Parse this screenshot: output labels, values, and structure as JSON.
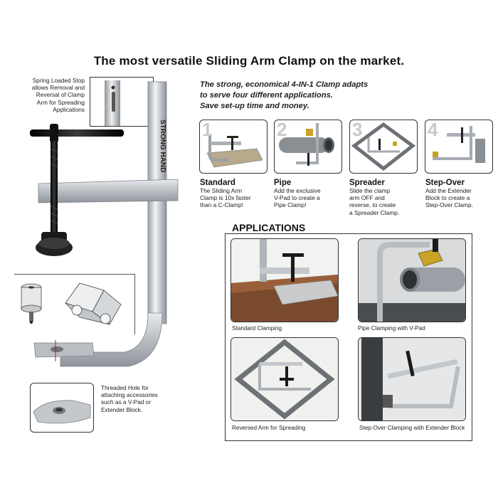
{
  "headline": "The most versatile Sliding Arm Clamp on the market.",
  "tagline": {
    "line1": "The strong, economical 4-IN-1 Clamp adapts",
    "line2": "to serve four different applications.",
    "line3": "Save set-up time and money."
  },
  "clamp": {
    "brand_text": "STRONG HAND"
  },
  "callouts": {
    "spring_stop": [
      "Spring Loaded Stop",
      "allows Removal and",
      "Reversal of Clamp",
      "Arm for Spreading",
      "Applications"
    ],
    "threaded_hole": [
      "Threaded Hole for",
      "attaching accessories",
      "such as a V-Pad or",
      "Extender Block."
    ]
  },
  "features": [
    {
      "number": "1",
      "title": "Standard",
      "desc": [
        "The Sliding Arm",
        "Clamp is 10x faster",
        "than a C-Clamp!"
      ]
    },
    {
      "number": "2",
      "title": "Pipe",
      "desc": [
        "Add the exclusive",
        "V-Pad to create a",
        "Pipe Clamp!"
      ]
    },
    {
      "number": "3",
      "title": "Spreader",
      "desc": [
        "Slide the clamp",
        "arm OFF and",
        "reverse, to create",
        "a Spreader Clamp."
      ]
    },
    {
      "number": "4",
      "title": "Step-Over",
      "desc": [
        "Add the Extender",
        "Block to create a",
        "Step-Over Clamp."
      ]
    }
  ],
  "applications": {
    "title": "APPLICATIONS",
    "captions": [
      "Standard Clamping",
      "Pipe Clamping with V-Pad",
      "Reversed Arm for Spreading",
      "Step-Over Clamping with Extender Block"
    ]
  },
  "colors": {
    "steel": "#c8ccd0",
    "black_part": "#1a1a1a",
    "gold": "#c9a227"
  }
}
